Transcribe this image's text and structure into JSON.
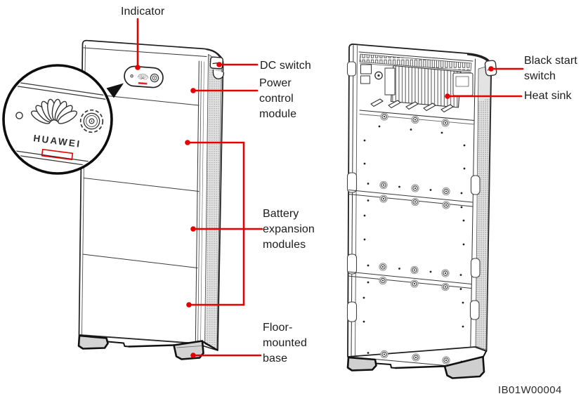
{
  "figure": {
    "code": "IB01W00004"
  },
  "magnifier": {
    "brand": "HUAWEI"
  },
  "callouts": {
    "indicator": "Indicator",
    "dc_switch": "DC switch",
    "power_control_module": "Power\ncontrol\nmodule",
    "battery_expansion_modules": "Battery\nexpansion\nmodules",
    "floor_mounted_base": "Floor-\nmounted\nbase",
    "black_start_switch": "Black start\nswitch",
    "heat_sink": "Heat sink"
  },
  "colors": {
    "callout_red": "#e60000",
    "line_ink": "#1f1f1f",
    "panel_gray": "#e0e0e0",
    "foot_gray": "#d4d4d4"
  }
}
